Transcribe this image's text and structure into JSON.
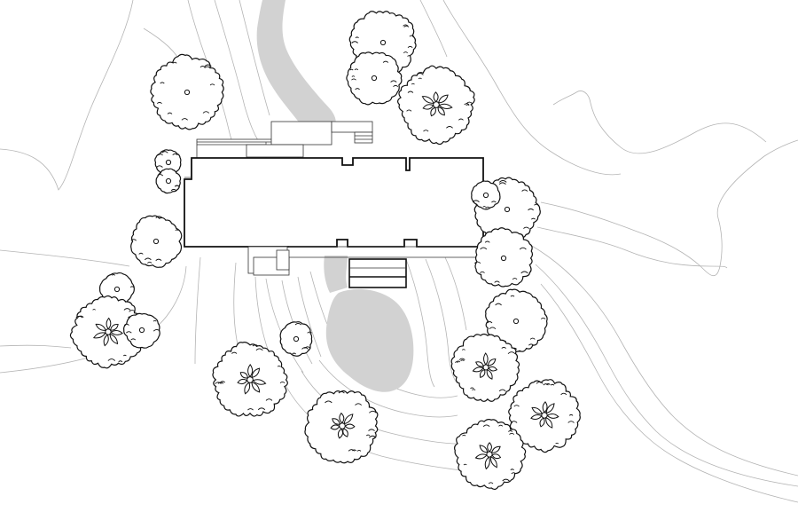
{
  "plan": {
    "colors": {
      "background": "#ffffff",
      "contour": "#b4b4b4",
      "water": "#d2d2d2",
      "outline": "#111111"
    },
    "tree_symbols": [
      "simple-canopy-tree",
      "detailed-canopy-tree"
    ],
    "tree_count": 20
  }
}
